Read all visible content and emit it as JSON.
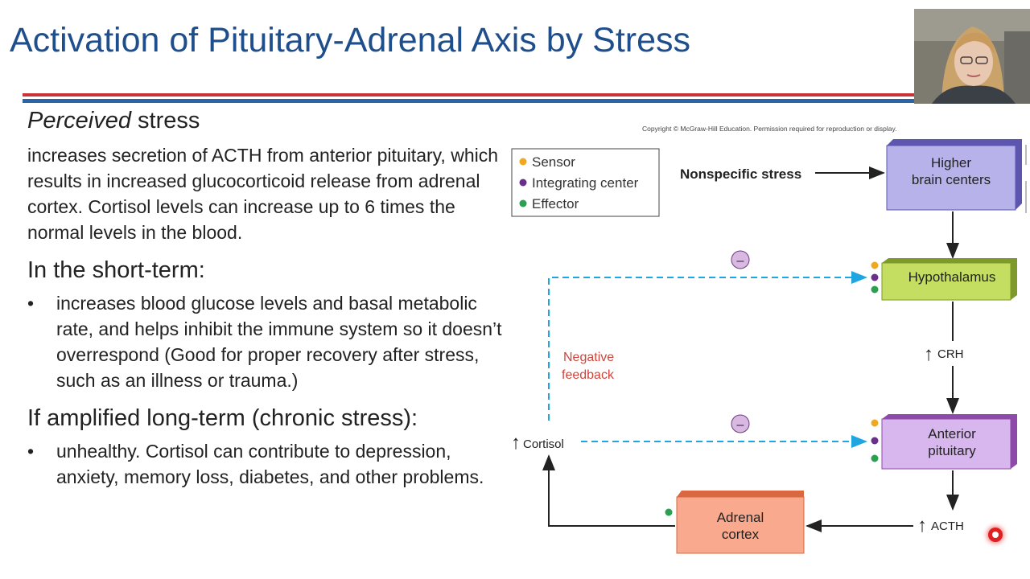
{
  "slide": {
    "title": "Activation of Pituitary-Adrenal Axis by Stress",
    "heading_perceived_em": "Perceived",
    "heading_perceived_rest": " stress",
    "intro_paragraph": "increases secretion of ACTH from anterior pituitary, which results in increased glucocorticoid release from adrenal cortex. Cortisol levels can increase up to 6 times the normal levels in the blood.",
    "short_term_heading": "In the short-term:",
    "short_term_bullets": [
      "increases blood glucose levels and basal metabolic rate, and helps inhibit the immune system so it doesn’t overrespond (Good for proper recovery after stress, such as an illness or trauma.)"
    ],
    "long_term_heading": "If amplified long-term (chronic stress):",
    "long_term_bullets": [
      "unhealthy. Cortisol can contribute to depression, anxiety, memory loss, diabetes, and other problems."
    ]
  },
  "diagram": {
    "copyright": "Copyright © McGraw-Hill Education. Permission required for reproduction or display.",
    "legend": [
      {
        "label": "Sensor",
        "color": "#f0a820"
      },
      {
        "label": "Integrating center",
        "color": "#6a2e8c"
      },
      {
        "label": "Effector",
        "color": "#2aa050"
      }
    ],
    "stimulus_label": "Nonspecific stress",
    "higher_brain_line1": "Higher",
    "higher_brain_line2": "brain centers",
    "hypothalamus_label": "Hypothalamus",
    "crh_label": "CRH",
    "anterior_line1": "Anterior",
    "anterior_line2": "pituitary",
    "acth_label": "ACTH",
    "adrenal_line1": "Adrenal",
    "adrenal_line2": "cortex",
    "cortisol_label": "Cortisol",
    "neg_feedback_line1": "Negative",
    "neg_feedback_line2": "feedback",
    "inhibit_symbol": "–",
    "increase_arrow": "↑",
    "colors": {
      "higher_brain": "#b7b3ea",
      "hypothalamus": "#c4de62",
      "anterior_pituitary": "#d8b6ee",
      "adrenal_cortex": "#f9aa8e",
      "feedback_line": "#1fa6e0",
      "negative_text": "#d0453c"
    }
  }
}
